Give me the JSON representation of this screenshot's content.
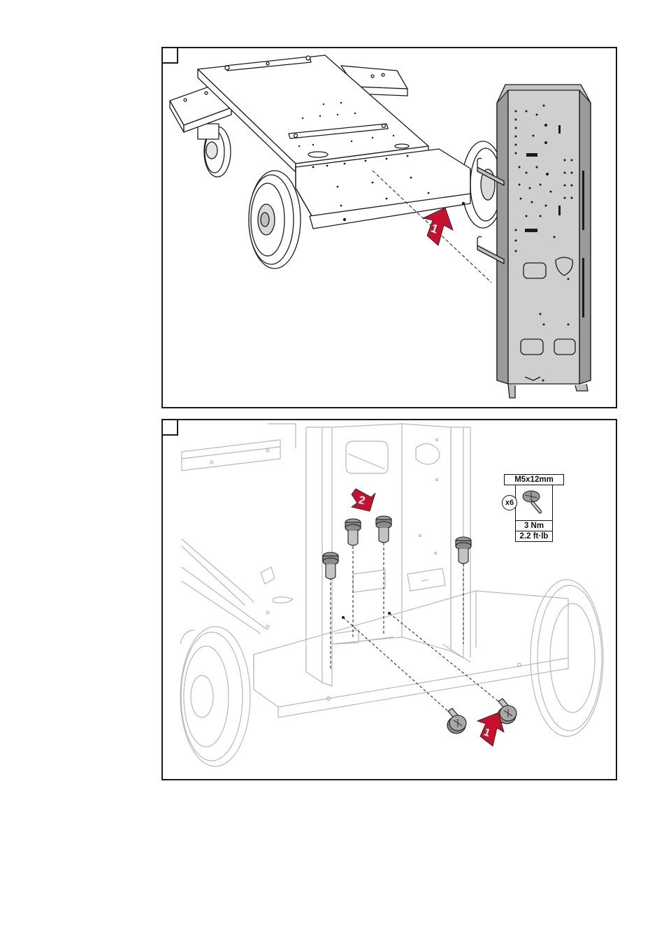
{
  "step1": {
    "arrow_number": "1"
  },
  "step2": {
    "arrow_number_push": "2",
    "arrow_number_insert": "1",
    "spec": {
      "screw_size": "M5x12mm",
      "quantity": "x6",
      "torque_nm": "3 Nm",
      "torque_ftlb": "2.2 ft·lb"
    }
  },
  "colors": {
    "frame": "#1a1a1a",
    "metal_fill": "#bfbfbf",
    "metal_dark": "#8c8c8c",
    "faded_line": "#b8b8b8",
    "arrow_red": "#c8102e"
  }
}
